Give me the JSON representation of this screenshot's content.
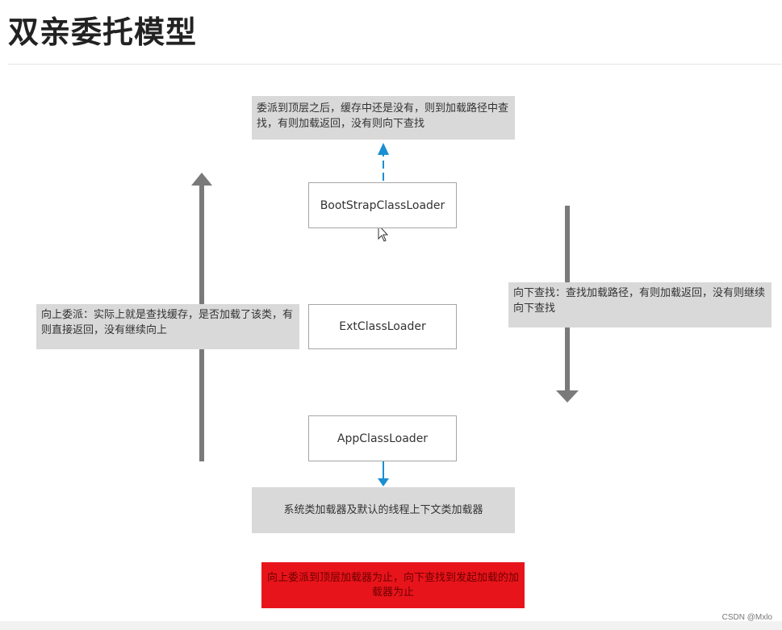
{
  "title": "双亲委托模型",
  "top_note": "委派到顶层之后，缓存中还是没有，则到加载路径中查找，有则加载返回，没有则向下查找",
  "loaders": {
    "bootstrap": "BootStrapClassLoader",
    "ext": "ExtClassLoader",
    "app": "AppClassLoader"
  },
  "left_note": "向上委派：实际上就是查找缓存，是否加载了该类，有则直接返回，没有继续向上",
  "right_note": "向下查找：查找加载路径，有则加载返回，没有则继续向下查找",
  "bottom_note": "系统类加载器及默认的线程上下文类加载器",
  "red_note": "向上委派到顶层加载器为止，向下查找到发起加载的加载器为止",
  "watermark": "CSDN @Mxlo",
  "colors": {
    "arrow_gray": "#7a7a7a",
    "arrow_blue": "#1a8fd1",
    "note_bg": "#d9d9d9",
    "red_bg": "#e8141b"
  }
}
